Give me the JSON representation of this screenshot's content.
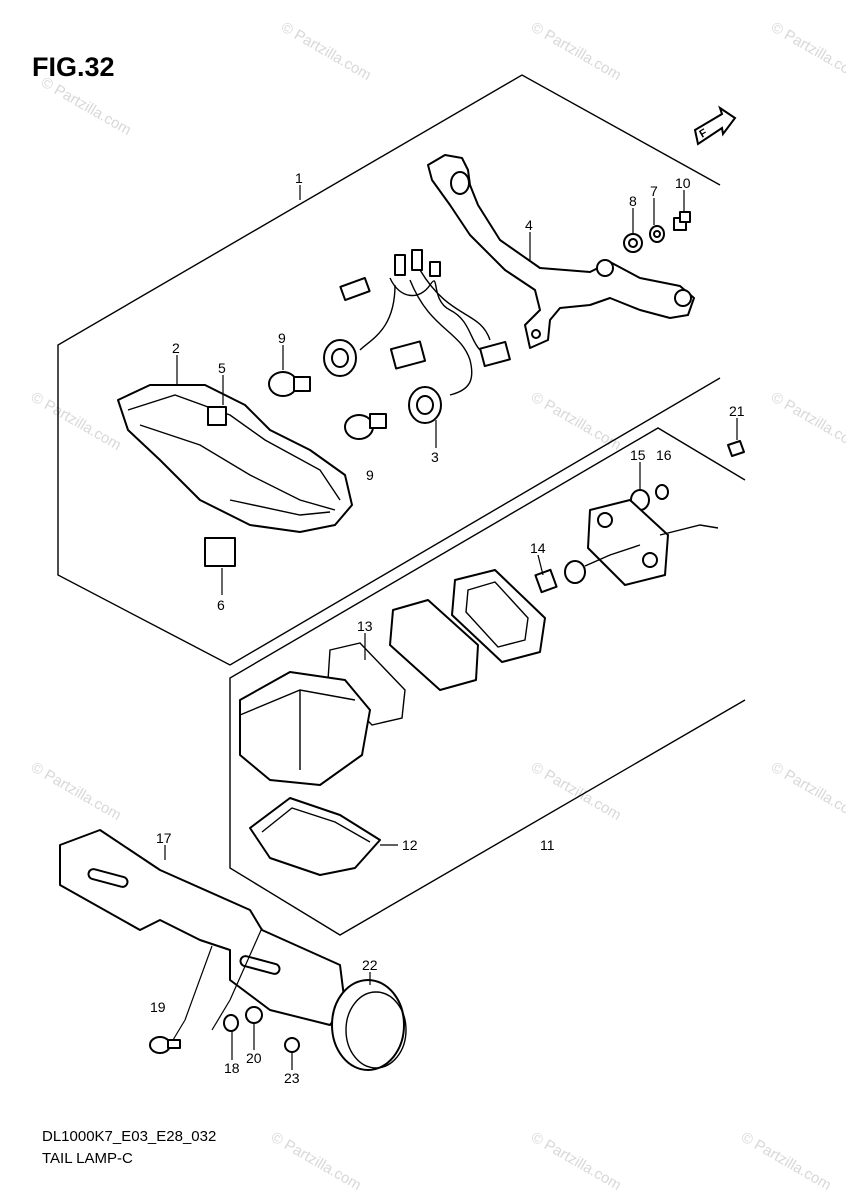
{
  "figure": {
    "title": "FIG.32",
    "code": "DL1000K7_E03_E28_032",
    "caption": "TAIL LAMP-C",
    "fwd_label": "F"
  },
  "watermark": "© Partzilla.com",
  "callouts": {
    "p1": "1",
    "p2": "2",
    "p3": "3",
    "p4": "4",
    "p5": "5",
    "p6": "6",
    "p7": "7",
    "p8": "8",
    "p9a": "9",
    "p9b": "9",
    "p10": "10",
    "p11": "11",
    "p12": "12",
    "p13": "13",
    "p14": "14",
    "p15": "15",
    "p16": "16",
    "p17": "17",
    "p18": "18",
    "p19": "19",
    "p20": "20",
    "p21": "21",
    "p22": "22",
    "p23": "23"
  }
}
